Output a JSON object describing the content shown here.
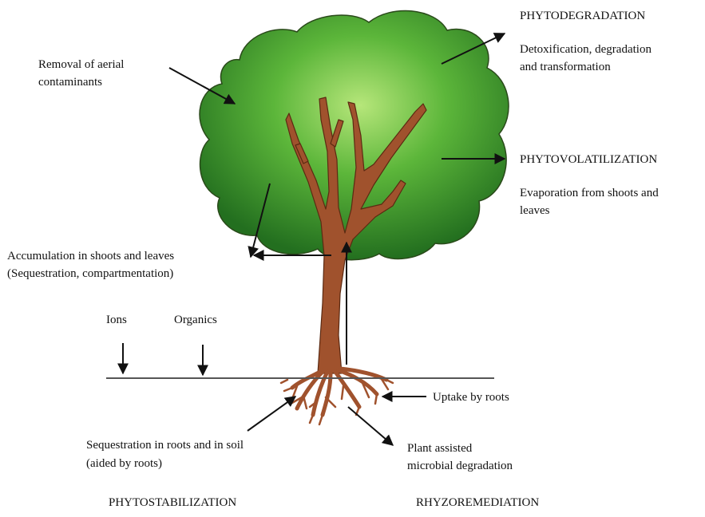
{
  "labels": {
    "phytodegradation_title": "PHYTODEGRADATION",
    "phytodegradation_line1": "Detoxification, degradation",
    "phytodegradation_line2": "and transformation",
    "aerial_line1": "Removal of aerial",
    "aerial_line2": "contaminants",
    "phytovolatilization_title": "PHYTOVOLATILIZATION",
    "phytovolatilization_line1": "Evaporation from shoots and",
    "phytovolatilization_line2": "leaves",
    "accumulation_line1": "Accumulation in shoots and leaves",
    "accumulation_line2": "(Sequestration, compartmentation)",
    "ions": "Ions",
    "organics": "Organics",
    "uptake": "Uptake by roots",
    "sequestration_line1": "Sequestration in roots and in soil",
    "sequestration_line2": "(aided by roots)",
    "microbial_line1": "Plant assisted",
    "microbial_line2": "microbial degradation",
    "phytostabilization": "PHYTOSTABILIZATION",
    "rhyzoremediation": "RHYZOREMEDIATION"
  },
  "colors": {
    "canopy_light": "#b6e67a",
    "canopy_mid": "#5cb63a",
    "canopy_dark": "#236f1f",
    "canopy_outline": "#2a4a1a",
    "trunk": "#a0522d",
    "trunk_outline": "#5b2a12",
    "arrow": "#111111",
    "ground": "#555555"
  }
}
